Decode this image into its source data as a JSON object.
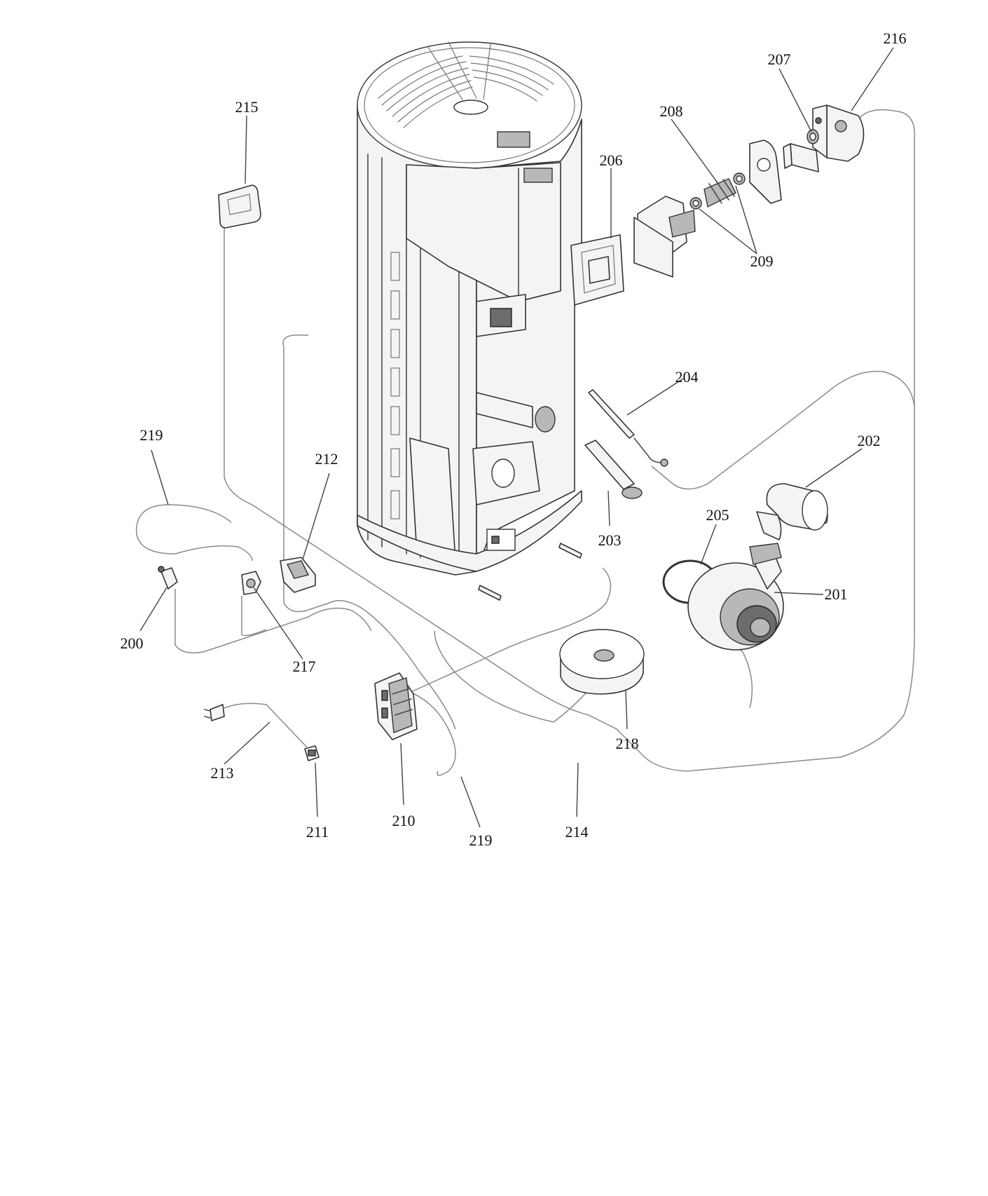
{
  "callouts": [
    {
      "id": "215",
      "label": "215"
    },
    {
      "id": "216",
      "label": "216"
    },
    {
      "id": "207",
      "label": "207"
    },
    {
      "id": "208",
      "label": "208"
    },
    {
      "id": "206",
      "label": "206"
    },
    {
      "id": "209",
      "label": "209"
    },
    {
      "id": "204",
      "label": "204"
    },
    {
      "id": "202",
      "label": "202"
    },
    {
      "id": "219a",
      "label": "219"
    },
    {
      "id": "212",
      "label": "212"
    },
    {
      "id": "205",
      "label": "205"
    },
    {
      "id": "203",
      "label": "203"
    },
    {
      "id": "201",
      "label": "201"
    },
    {
      "id": "200",
      "label": "200"
    },
    {
      "id": "217",
      "label": "217"
    },
    {
      "id": "218",
      "label": "218"
    },
    {
      "id": "213",
      "label": "213"
    },
    {
      "id": "211",
      "label": "211"
    },
    {
      "id": "210",
      "label": "210"
    },
    {
      "id": "219b",
      "label": "219"
    },
    {
      "id": "214",
      "label": "214"
    }
  ],
  "colors": {
    "background": "#ffffff",
    "line": "#4a4a4a",
    "label": "#111111"
  }
}
